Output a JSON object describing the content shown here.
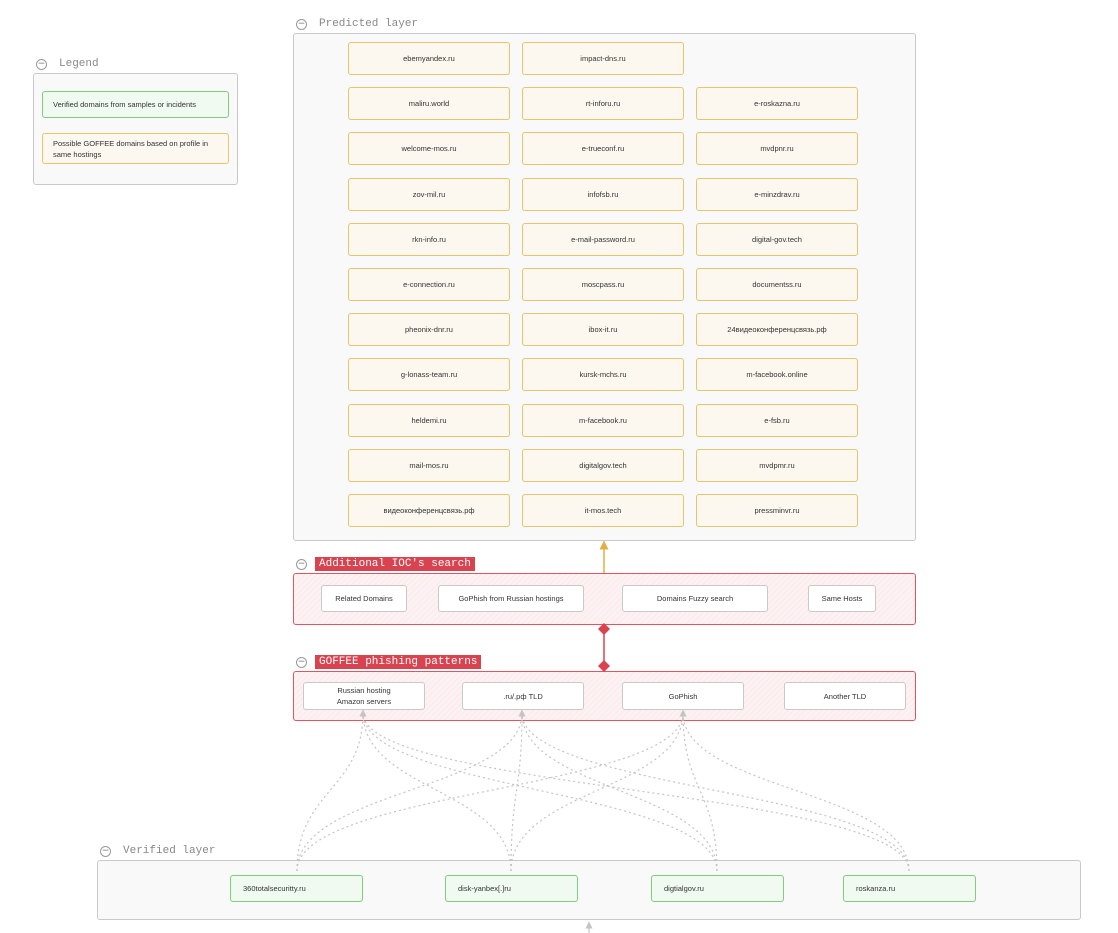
{
  "legend": {
    "title": "Legend",
    "verified_label": "Verified domains from samples or incidents",
    "possible_label": "Possible GOFFEE domains based on profile in same hostings"
  },
  "predicted": {
    "title": "Predicted layer",
    "domains": [
      "ebemyandex.ru",
      "impact-dns.ru",
      "maliru.world",
      "rt-inforu.ru",
      "e-roskazna.ru",
      "welcome-mos.ru",
      "e-trueconf.ru",
      "mvdpnr.ru",
      "zov-mil.ru",
      "infofsb.ru",
      "e-minzdrav.ru",
      "rkn-info.ru",
      "e-mail-password.ru",
      "digital-gov.tech",
      "e-connection.ru",
      "moscpass.ru",
      "documentss.ru",
      "pheonix-dnr.ru",
      "ibox-it.ru",
      "24видеоконференцсвязь.рф",
      "g-lonass-team.ru",
      "kursk-mchs.ru",
      "m-facebook.online",
      "heldemi.ru",
      "m-facebook.ru",
      "e-fsb.ru",
      "mail-mos.ru",
      "digitalgov.tech",
      "mvdpmr.ru",
      "видеоконференцсвязь.рф",
      "it-mos.tech",
      "pressminvr.ru"
    ]
  },
  "ioc": {
    "title": "Additional IOC's search",
    "items": [
      "Related Domains",
      "GoPhish from Russian hostings",
      "Domains Fuzzy search",
      "Same Hosts"
    ]
  },
  "patterns": {
    "title": "GOFFEE phishing patterns",
    "items": [
      "Russian hosting\nAmazon servers",
      ".ru/.рф TLD",
      "GoPhish",
      "Another TLD"
    ]
  },
  "verified": {
    "title": "Verified layer",
    "domains": [
      "360totalsecuritty.ru",
      "disk-yanbex[.]ru",
      "digtialgov.ru",
      "roskanza.ru"
    ]
  },
  "colors": {
    "accent_red": "#d9434f",
    "verified_green": "#7ccf7c",
    "possible_yellow": "#e8c46a",
    "edge_gray": "#c4c4c4",
    "edge_gold": "#e0b040"
  }
}
